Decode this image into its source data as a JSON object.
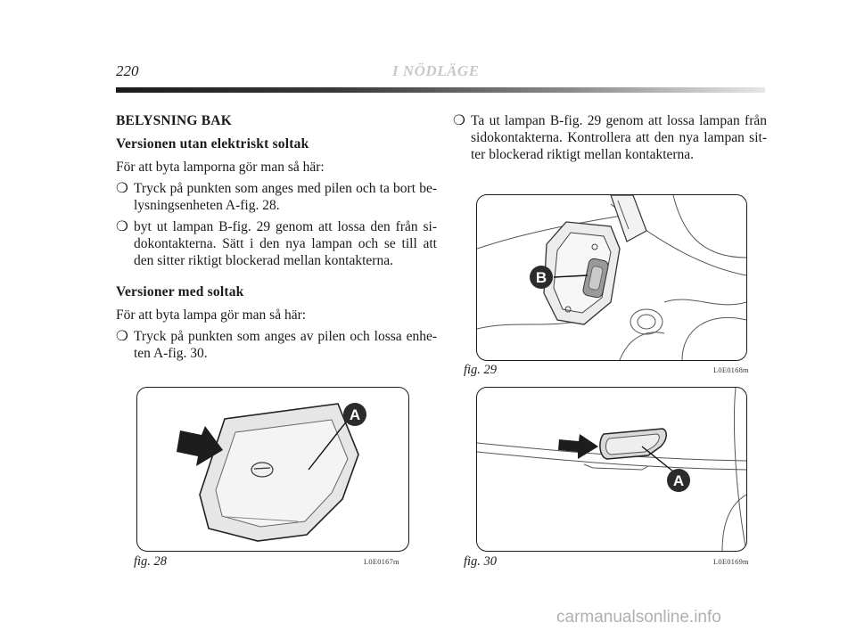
{
  "header": {
    "page_number": "220",
    "section_title": "I NÖDLÄGE"
  },
  "left_column": {
    "heading": "BELYSNING BAK",
    "subheading1": "Versionen utan elektriskt soltak",
    "intro1": "För att byta lamporna gör man så här:",
    "bullet_symbol": "❍",
    "items1": [
      "Tryck på punkten som anges med pilen och ta bort be-lysningsenheten A-fig. 28.",
      "byt ut lampan B-fig. 29 genom att lossa den från si-dokontakterna. Sätt i den nya lampan och se till att den sitter riktigt blockerad mellan kontakterna."
    ],
    "subheading2": "Versioner med soltak",
    "intro2": "För att byta lampa gör man så här:",
    "items2": [
      "Tryck på punkten som anges av pilen och lossa enhe-ten A-fig. 30."
    ]
  },
  "right_column": {
    "items": [
      "Ta ut lampan B-fig. 29 genom att lossa lampan från sidokontakterna. Kontrollera att den nya lampan sit-ter blockerad riktigt mellan kontakterna."
    ]
  },
  "figures": {
    "fig28": {
      "label": "fig. 28",
      "code": "L0E0167m",
      "callout": "A"
    },
    "fig29": {
      "label": "fig. 29",
      "code": "L0E0168m",
      "callout": "B"
    },
    "fig30": {
      "label": "fig. 30",
      "code": "L0E0169m",
      "callout": "A"
    }
  },
  "footer": {
    "credit": "carmanualsonline.info"
  }
}
